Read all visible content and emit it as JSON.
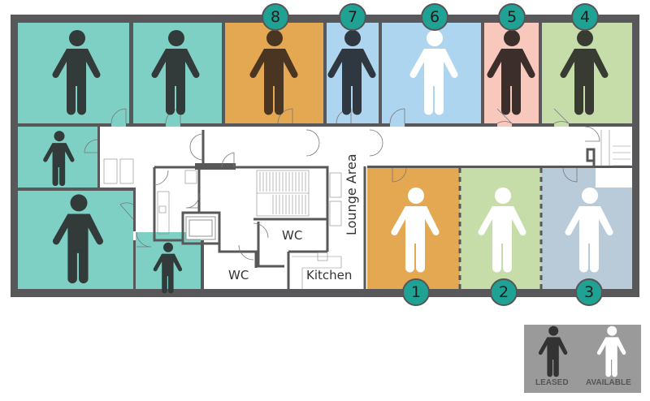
{
  "floorplan": {
    "colors": {
      "wall": "#58585a",
      "teal": "#7fd0c4",
      "orange": "#e4a853",
      "blue": "#aed5f0",
      "pink": "#f8c8bd",
      "green": "#c6ddaa",
      "greyblue": "#b9cad8",
      "badge": "#1fa294",
      "leased_figure": "#333a3a",
      "available_figure": "#ffffff"
    },
    "units": [
      {
        "number": "8",
        "status": "leased",
        "color": "orange"
      },
      {
        "number": "7",
        "status": "leased",
        "color": "blue"
      },
      {
        "number": "6",
        "status": "available",
        "color": "blue"
      },
      {
        "number": "5",
        "status": "leased",
        "color": "pink"
      },
      {
        "number": "4",
        "status": "leased",
        "color": "green"
      },
      {
        "number": "1",
        "status": "available",
        "color": "orange"
      },
      {
        "number": "2",
        "status": "available",
        "color": "green"
      },
      {
        "number": "3",
        "status": "available",
        "color": "greyblue"
      }
    ],
    "rooms": {
      "wc_upper": "WC",
      "wc_lower": "WC",
      "kitchen": "Kitchen",
      "lounge": "Lounge Area"
    }
  },
  "legend": {
    "leased": "LEASED",
    "available": "AVAILABLE"
  }
}
